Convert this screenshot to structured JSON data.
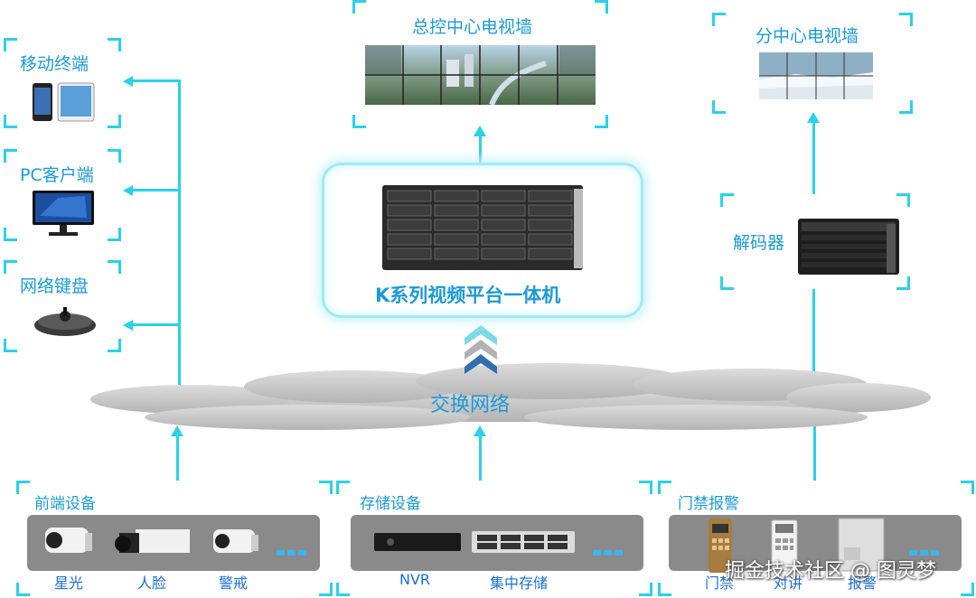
{
  "endpoints": {
    "mobile": {
      "label": "移动终端"
    },
    "pc": {
      "label": "PC客户端"
    },
    "keyboard": {
      "label": "网络键盘"
    }
  },
  "main_wall": {
    "label": "总控中心电视墙"
  },
  "sub_wall": {
    "label": "分中心电视墙"
  },
  "platform": {
    "label": "K系列视频平台一体机"
  },
  "decoder": {
    "label": "解码器"
  },
  "network": {
    "label": "交换网络"
  },
  "groups": {
    "front": {
      "title": "前端设备",
      "items": [
        "星光",
        "人脸",
        "警戒"
      ]
    },
    "storage": {
      "title": "存储设备",
      "items": [
        "NVR",
        "集中存储"
      ]
    },
    "access": {
      "title": "门禁报警",
      "items": [
        "门禁",
        "对讲",
        "报警"
      ]
    }
  },
  "watermark": "掘金技术社区 @ 图灵梦",
  "colors": {
    "accent": "#2ad1e8",
    "label": "#1b9ad6",
    "device_label": "#1b6fd6",
    "bar": "#8a8a8a"
  }
}
